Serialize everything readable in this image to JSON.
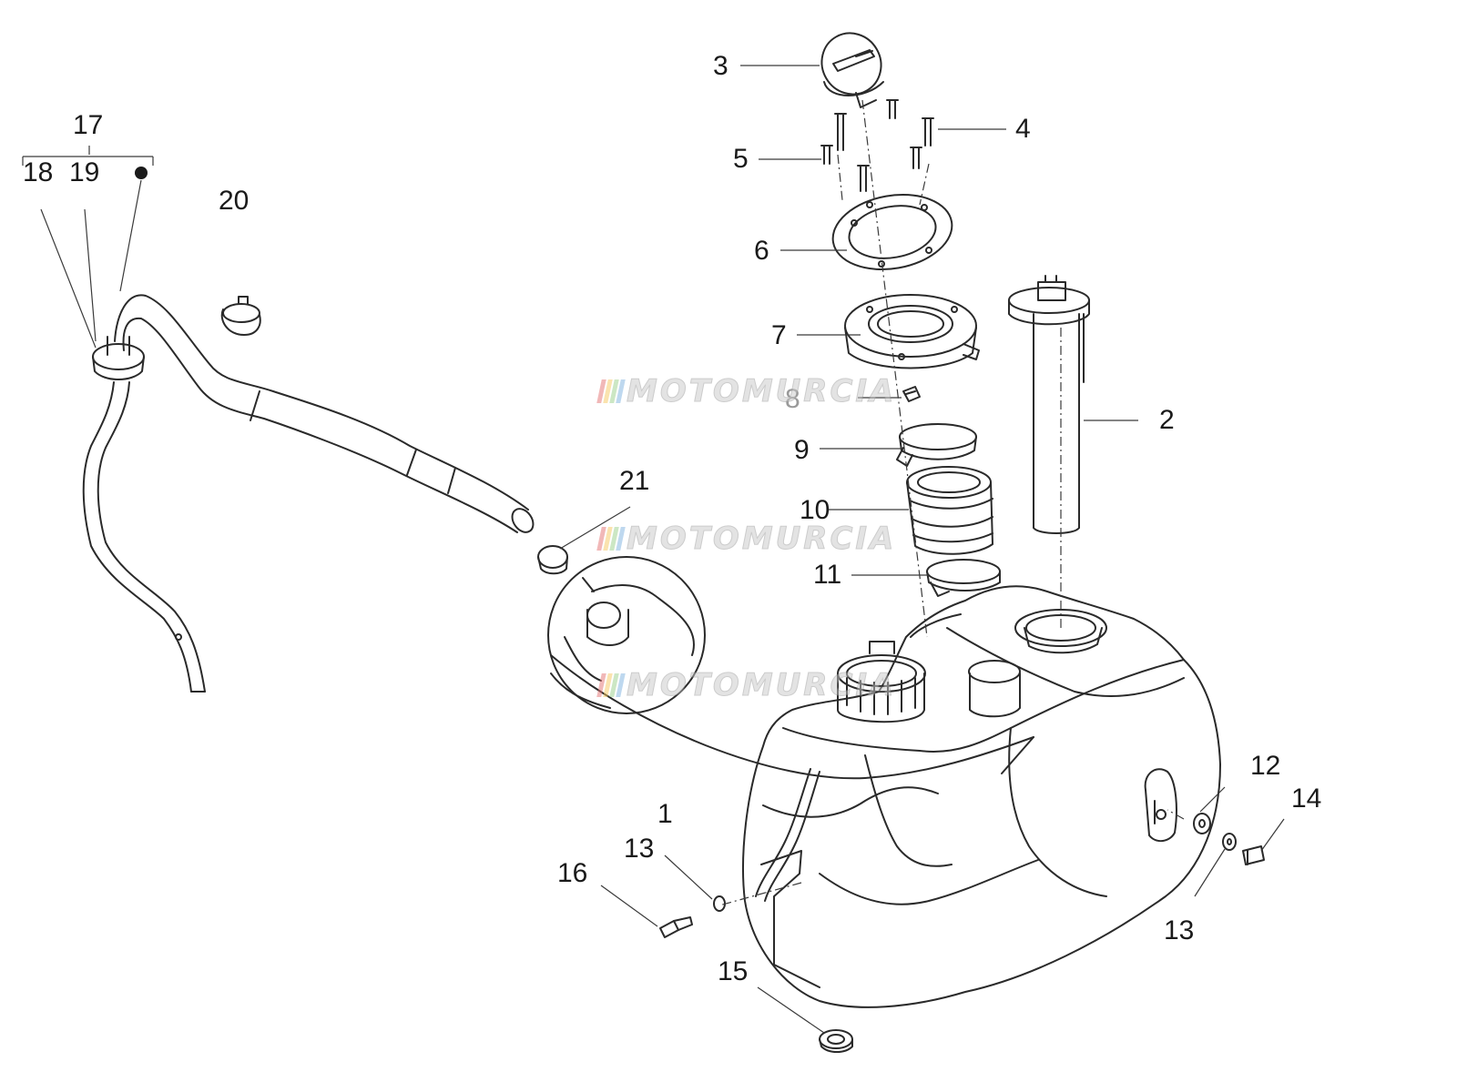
{
  "labels": {
    "l1": "1",
    "l2": "2",
    "l3": "3",
    "l4": "4",
    "l5": "5",
    "l6": "6",
    "l7": "7",
    "l8": "8",
    "l9": "9",
    "l10": "10",
    "l11": "11",
    "l12": "12",
    "l13a": "13",
    "l13b": "13",
    "l14": "14",
    "l15": "15",
    "l16": "16",
    "l17": "17",
    "l18": "18",
    "l19": "19",
    "l20": "20",
    "l21": "21"
  },
  "watermark": {
    "text": "MOTOMURCIA",
    "stripe_colors": [
      "#e57373",
      "#f6c85f",
      "#9bd18a",
      "#7fb3e0"
    ]
  },
  "colors": {
    "line": "#2a2a2a",
    "leader": "#3a3a3a"
  }
}
